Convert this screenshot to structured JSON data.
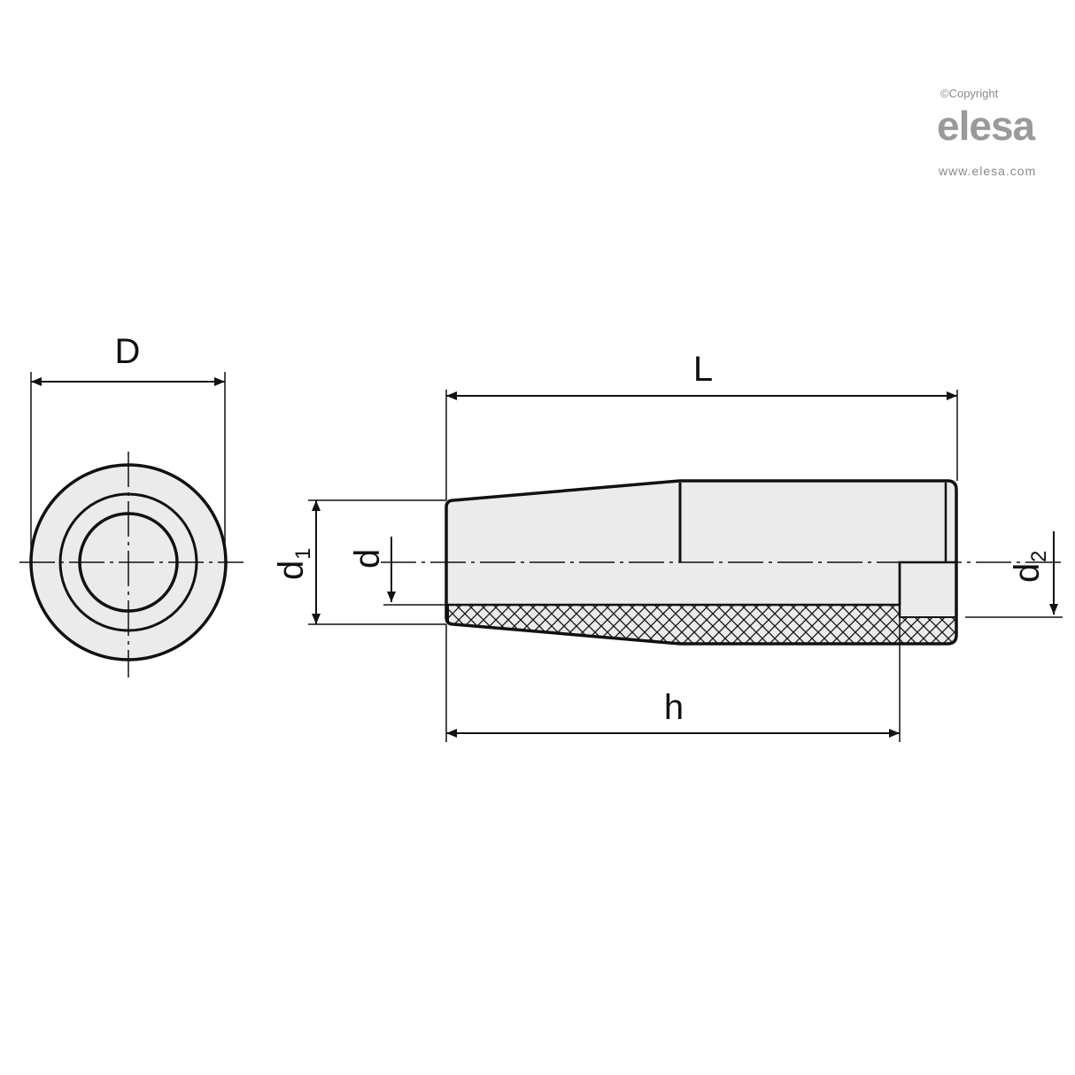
{
  "logo": {
    "copyright": "©Copyright",
    "brand": "elesa",
    "url": "www.elesa.com"
  },
  "labels": {
    "D": "D",
    "L": "L",
    "h": "h",
    "d1_main": "d",
    "d1_sub": "1",
    "d": "d",
    "d2_main": "d",
    "d2_sub": "2"
  },
  "colors": {
    "line": "#111111",
    "fill": "#ebebeb",
    "logo": "#9a9a9a"
  }
}
